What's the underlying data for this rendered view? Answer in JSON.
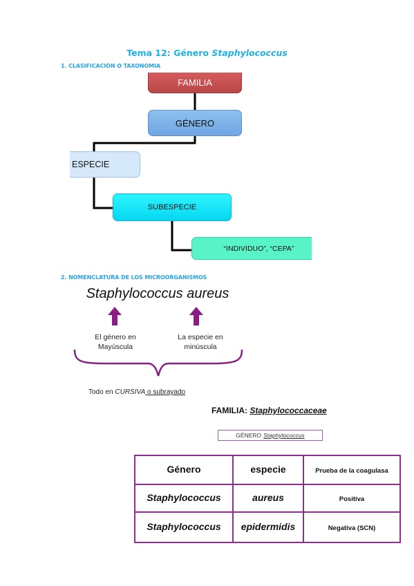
{
  "title": {
    "prefix": "Tema 12: Género ",
    "genus": "Staphylococcus"
  },
  "sections": [
    {
      "label": "1.   CLASIFICACIÓN O TAXONOMIA"
    },
    {
      "label": "2.   NOMENCLATURA DE LOS MICROORGANISMOS"
    }
  ],
  "taxonomy": {
    "familia": "FAMILIA",
    "genero": "GÉNERO",
    "especie": "ESPECIE",
    "subespecie": "SUBESPECIE",
    "individuo": "“INDIVIDUO”, “CEPA”"
  },
  "nomenclature": {
    "species_name": "Staphylococcus aureus",
    "genus_note_1": "El género en",
    "genus_note_2": "Mayúscula",
    "species_note_1": "La especie en",
    "species_note_2": "minúscula",
    "all_prefix": "Todo en ",
    "all_cursive": "CURSIVA",
    "all_or": " o subrayado"
  },
  "family_line": {
    "label": "FAMILIA: ",
    "value": "Staphylococcaceae"
  },
  "genus_box": {
    "label": "GÉNERO",
    "value": "Staphylococcus"
  },
  "table": {
    "headers": [
      "Género",
      "especie",
      "Prueba de la coagulasa"
    ],
    "rows": [
      [
        "Staphylococcus",
        "aureus",
        "Positiva"
      ],
      [
        "Staphylococcus",
        "epidermidis",
        "Negativa (SCN)"
      ]
    ]
  },
  "colors": {
    "title": "#1fb2e6",
    "familia": "#c94f4f",
    "genero": "#7fb3e8",
    "especie": "#d6e9fb",
    "subespecie": "#12e2f6",
    "individuo": "#59f3c8",
    "arrow": "#8a1f82",
    "table_border": "#8e2f8e"
  }
}
